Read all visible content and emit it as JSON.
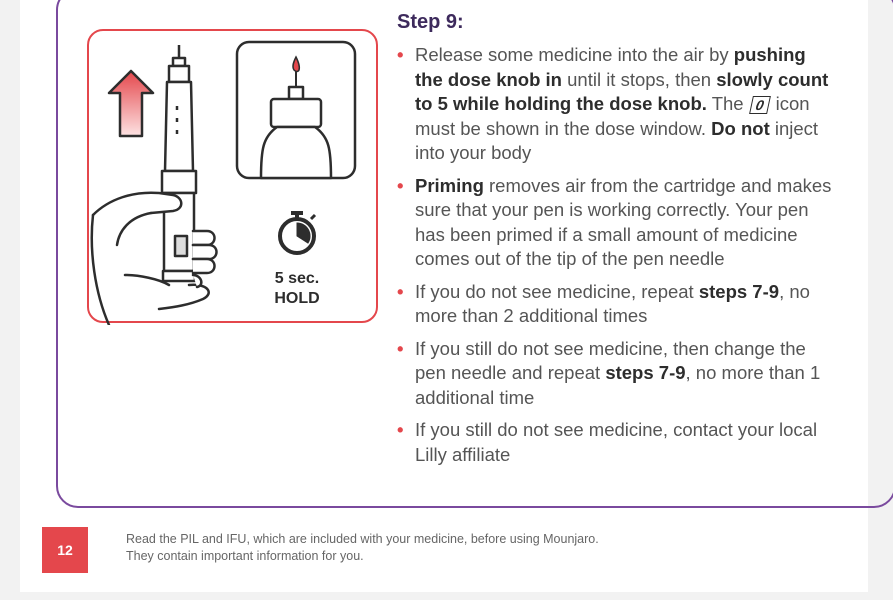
{
  "step": {
    "title": "Step 9:"
  },
  "illustration": {
    "hold_time": "5 sec.",
    "hold_label": "HOLD"
  },
  "bullets": [
    {
      "parts": [
        {
          "t": "Release some medicine into the air by ",
          "b": false
        },
        {
          "t": "pushing the dose knob in",
          "b": true
        },
        {
          "t": " until it stops, then ",
          "b": false
        },
        {
          "t": "slowly count to 5 while holding the dose knob.",
          "b": true
        },
        {
          "t": " The ",
          "b": false
        },
        {
          "t": "0",
          "icon": true
        },
        {
          "t": " icon must be shown in the dose window. ",
          "b": false
        },
        {
          "t": "Do not",
          "b": true
        },
        {
          "t": " inject into your body",
          "b": false
        }
      ]
    },
    {
      "parts": [
        {
          "t": "Priming",
          "b": true
        },
        {
          "t": " removes air from the cartridge and makes sure that your pen is working correctly. Your pen has been primed if a small amount of medicine comes out of the tip of the pen needle",
          "b": false
        }
      ]
    },
    {
      "parts": [
        {
          "t": "If you do not see medicine, repeat ",
          "b": false
        },
        {
          "t": "steps 7-9",
          "b": true
        },
        {
          "t": ", no more than 2 additional times",
          "b": false
        }
      ]
    },
    {
      "parts": [
        {
          "t": "If you still do not see medicine, then change the pen needle and repeat ",
          "b": false
        },
        {
          "t": "steps 7-9",
          "b": true
        },
        {
          "t": ", no more than 1 additional time",
          "b": false
        }
      ]
    },
    {
      "parts": [
        {
          "t": "If you still do not see medicine, contact your local Lilly affiliate",
          "b": false
        }
      ]
    }
  ],
  "footer": {
    "page_number": "12",
    "line1": "Read the PIL and IFU, which are included with your medicine, before using Mounjaro.",
    "line2": "They contain important information for you."
  },
  "colors": {
    "accent_red": "#e4474c",
    "panel_purple": "#7a4a9e",
    "title_purple": "#3d2a5c"
  }
}
